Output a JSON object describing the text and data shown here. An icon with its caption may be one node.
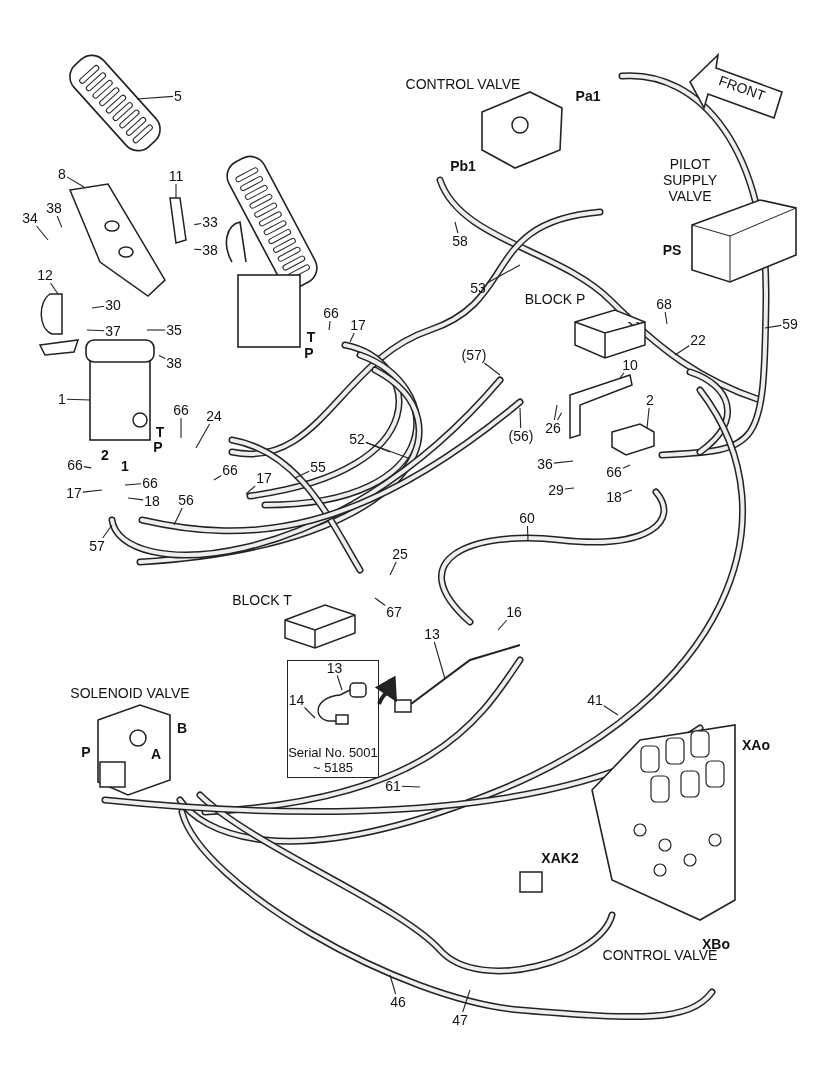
{
  "diagram": {
    "nodes": [
      {
        "text": [
          "5"
        ]
      },
      {
        "text": [
          "8"
        ]
      },
      {
        "text": [
          "11"
        ]
      },
      {
        "text": [
          "34"
        ]
      },
      {
        "text": [
          "38"
        ]
      },
      {
        "text": [
          "33"
        ]
      },
      {
        "text": [
          "38"
        ]
      },
      {
        "text": [
          "12"
        ]
      },
      {
        "text": [
          "30"
        ]
      },
      {
        "text": [
          "37"
        ]
      },
      {
        "text": [
          "35"
        ]
      },
      {
        "text": [
          "38"
        ]
      },
      {
        "text": [
          "1"
        ]
      },
      {
        "text": [
          "66"
        ]
      },
      {
        "text": [
          "24"
        ]
      },
      {
        "text": [
          "66"
        ]
      },
      {
        "text": [
          "17"
        ]
      },
      {
        "text": [
          "66"
        ]
      },
      {
        "text": [
          "17"
        ]
      },
      {
        "text": [
          "66"
        ]
      },
      {
        "text": [
          "18"
        ]
      },
      {
        "text": [
          "57"
        ]
      },
      {
        "text": [
          "56"
        ]
      },
      {
        "text": [
          "55"
        ]
      },
      {
        "text": [
          "52"
        ]
      },
      {
        "text": [
          "66"
        ]
      },
      {
        "text": [
          "17"
        ]
      },
      {
        "text": [
          "58"
        ]
      },
      {
        "text": [
          "53"
        ]
      },
      {
        "text": [
          "59"
        ]
      },
      {
        "text": [
          "68"
        ]
      },
      {
        "text": [
          "22"
        ]
      },
      {
        "text": [
          "(57)"
        ]
      },
      {
        "text": [
          "10"
        ]
      },
      {
        "text": [
          "2"
        ]
      },
      {
        "text": [
          "(56)"
        ]
      },
      {
        "text": [
          "26"
        ]
      },
      {
        "text": [
          "36"
        ]
      },
      {
        "text": [
          "29"
        ]
      },
      {
        "text": [
          "66"
        ]
      },
      {
        "text": [
          "18"
        ]
      },
      {
        "text": [
          "60"
        ]
      },
      {
        "text": [
          "25"
        ]
      },
      {
        "text": [
          "67"
        ]
      },
      {
        "text": [
          "16"
        ]
      },
      {
        "text": [
          "13"
        ]
      },
      {
        "text": [
          "Serial No. 5001 ~ 5185"
        ]
      },
      {
        "text": [
          "13"
        ],
        "in": 46
      },
      {
        "text": [
          "14"
        ],
        "in": 46
      },
      {
        "text": [
          "41"
        ]
      },
      {
        "text": [
          "61"
        ]
      },
      {
        "text": [
          "46"
        ]
      },
      {
        "text": [
          "47"
        ]
      },
      {
        "text": [],
        "shape": "picture"
      },
      {
        "text": [],
        "shape": "picture"
      },
      {
        "text": [],
        "shape": "picture"
      },
      {
        "text": [],
        "shape": "picture"
      },
      {
        "text": [],
        "shape": "picture"
      },
      {
        "text": [],
        "shape": "picture"
      },
      {
        "text": [],
        "shape": "picture"
      },
      {
        "text": [],
        "shape": "picture"
      }
    ],
    "edges": [
      {
        "from": 0,
        "to": 54,
        "arrow": "none"
      },
      {
        "from": 1,
        "to": 55,
        "arrow": "none"
      },
      {
        "from": 2,
        "to": 56,
        "arrow": "none"
      },
      {
        "from": 3,
        "to": null,
        "arrow": "none"
      },
      {
        "from": 4,
        "to": null,
        "arrow": "none"
      },
      {
        "from": 5,
        "to": null,
        "arrow": "none"
      },
      {
        "from": 6,
        "to": null,
        "arrow": "none"
      },
      {
        "from": 7,
        "to": 57,
        "arrow": "none"
      },
      {
        "from": 8,
        "to": null,
        "arrow": "none"
      },
      {
        "from": 9,
        "to": null,
        "arrow": "none"
      },
      {
        "from": 10,
        "to": null,
        "arrow": "none"
      },
      {
        "from": 11,
        "to": null,
        "arrow": "none"
      },
      {
        "from": 12,
        "to": 58,
        "arrow": "none"
      },
      {
        "from": 13,
        "to": null,
        "arrow": "none"
      },
      {
        "from": 14,
        "to": null,
        "arrow": "none"
      },
      {
        "from": 15,
        "to": null,
        "arrow": "none"
      },
      {
        "from": 16,
        "to": null,
        "arrow": "none"
      },
      {
        "from": 17,
        "to": null,
        "arrow": "none"
      },
      {
        "from": 18,
        "to": null,
        "arrow": "none"
      },
      {
        "from": 19,
        "to": null,
        "arrow": "none"
      },
      {
        "from": 20,
        "to": null,
        "arrow": "none"
      },
      {
        "from": 21,
        "to": null,
        "arrow": "none"
      },
      {
        "from": 22,
        "to": null,
        "arrow": "none"
      },
      {
        "from": 23,
        "to": null,
        "arrow": "none"
      },
      {
        "from": 24,
        "to": null,
        "arrow": "none"
      },
      {
        "from": 24,
        "to": null,
        "arrow": "none"
      },
      {
        "from": 25,
        "to": null,
        "arrow": "none"
      },
      {
        "from": 26,
        "to": null,
        "arrow": "none"
      },
      {
        "from": 27,
        "to": null,
        "arrow": "none"
      },
      {
        "from": 28,
        "to": null,
        "arrow": "none"
      },
      {
        "from": 29,
        "to": null,
        "arrow": "none"
      },
      {
        "from": 30,
        "to": null,
        "arrow": "none"
      },
      {
        "from": 31,
        "to": null,
        "arrow": "none"
      },
      {
        "from": 32,
        "to": null,
        "arrow": "none"
      },
      {
        "from": 33,
        "to": 59,
        "arrow": "none"
      },
      {
        "from": 34,
        "to": 60,
        "arrow": "none"
      },
      {
        "from": 35,
        "to": null,
        "arrow": "none"
      },
      {
        "from": 36,
        "to": null,
        "arrow": "none"
      },
      {
        "from": 36,
        "to": null,
        "arrow": "none"
      },
      {
        "from": 37,
        "to": null,
        "arrow": "none"
      },
      {
        "from": 38,
        "to": null,
        "arrow": "none"
      },
      {
        "from": 39,
        "to": null,
        "arrow": "none"
      },
      {
        "from": 40,
        "to": null,
        "arrow": "none"
      },
      {
        "from": 41,
        "to": null,
        "arrow": "none"
      },
      {
        "from": 42,
        "to": null,
        "arrow": "none"
      },
      {
        "from": 43,
        "to": null,
        "arrow": "none"
      },
      {
        "from": 44,
        "to": null,
        "arrow": "none"
      },
      {
        "from": 45,
        "to": 53,
        "arrow": "none"
      },
      {
        "from": 47,
        "to": null,
        "arrow": "none"
      },
      {
        "from": 48,
        "to": null,
        "arrow": "none"
      },
      {
        "from": 49,
        "to": null,
        "arrow": "none"
      },
      {
        "from": 50,
        "to": null,
        "arrow": "none"
      },
      {
        "from": 51,
        "to": null,
        "arrow": "none"
      },
      {
        "from": 52,
        "to": null,
        "arrow": "none"
      },
      {
        "from": 46,
        "to": 53,
        "arrow": "to",
        "style": "thick"
      }
    ],
    "labels": [
      "CONTROL VALVE",
      "Pa1",
      "FRONT",
      "Pb1",
      "PILOT SUPPLY VALVE",
      "PS",
      "BLOCK P",
      "T",
      "P",
      "T",
      "P",
      "2",
      "1",
      "BLOCK T",
      "SOLENOID VALVE",
      "B",
      "A",
      "P",
      "XAo",
      "XAK2",
      "CONTROL VALVE",
      "XBo"
    ]
  }
}
